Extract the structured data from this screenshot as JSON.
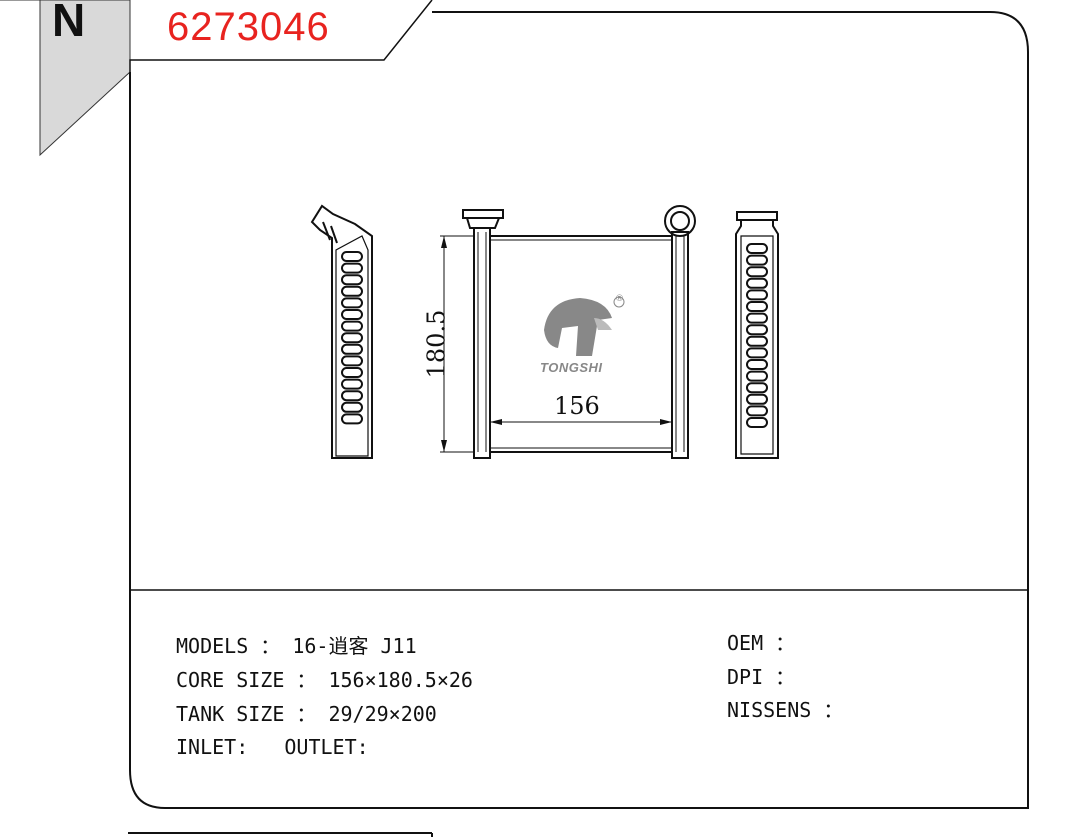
{
  "header": {
    "part_number": "6273046",
    "corner_letter": "N"
  },
  "drawing": {
    "height_dimension": "180.5",
    "width_dimension": "156",
    "brand_name": "TONGSHI",
    "registered_mark": "®"
  },
  "specs": {
    "models_label": "MODELS ：",
    "models_value": "16-逍客 J11",
    "core_size_label": "CORE SIZE ：",
    "core_size_value": "156×180.5×26",
    "tank_size_label": "TANK SIZE ：",
    "tank_size_value": "29/29×200",
    "inlet_label": "INLET:",
    "outlet_label": "OUTLET:",
    "oem_label": "OEM ：",
    "dpi_label": "DPI ：",
    "nissens_label": "NISSENS ："
  },
  "colors": {
    "part_number": "#e8231f",
    "line": "#111111",
    "corner_fill": "#d9d9d9"
  }
}
